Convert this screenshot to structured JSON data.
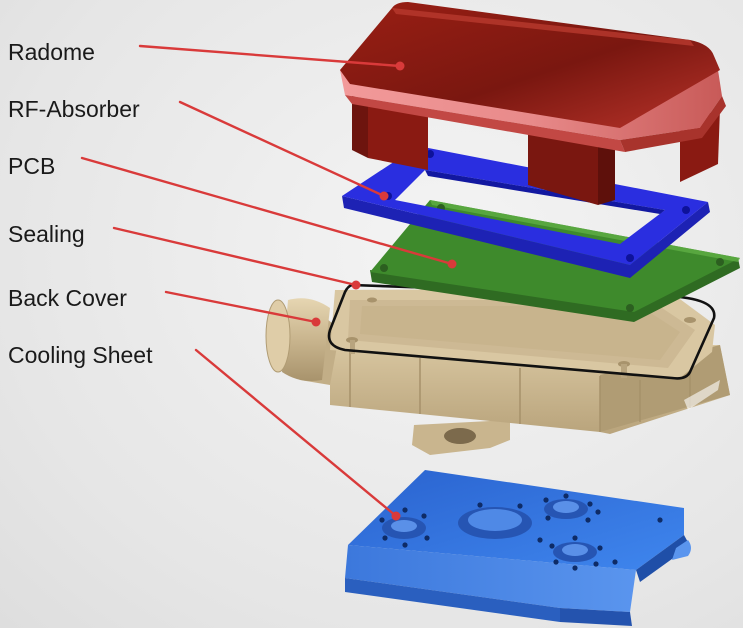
{
  "labels": [
    {
      "id": "radome",
      "text": "Radome",
      "color": "#8b1a12"
    },
    {
      "id": "rf-absorber",
      "text": "RF-Absorber",
      "color": "#2a2ee0"
    },
    {
      "id": "pcb",
      "text": "PCB",
      "color": "#3e8a2c"
    },
    {
      "id": "sealing",
      "text": "Sealing",
      "color": "#111111"
    },
    {
      "id": "back-cover",
      "text": "Back Cover",
      "color": "#c9b58e"
    },
    {
      "id": "cooling-sheet",
      "text": "Cooling Sheet",
      "color": "#2f6fd6"
    }
  ],
  "leader_line_color": "#d93a3a"
}
